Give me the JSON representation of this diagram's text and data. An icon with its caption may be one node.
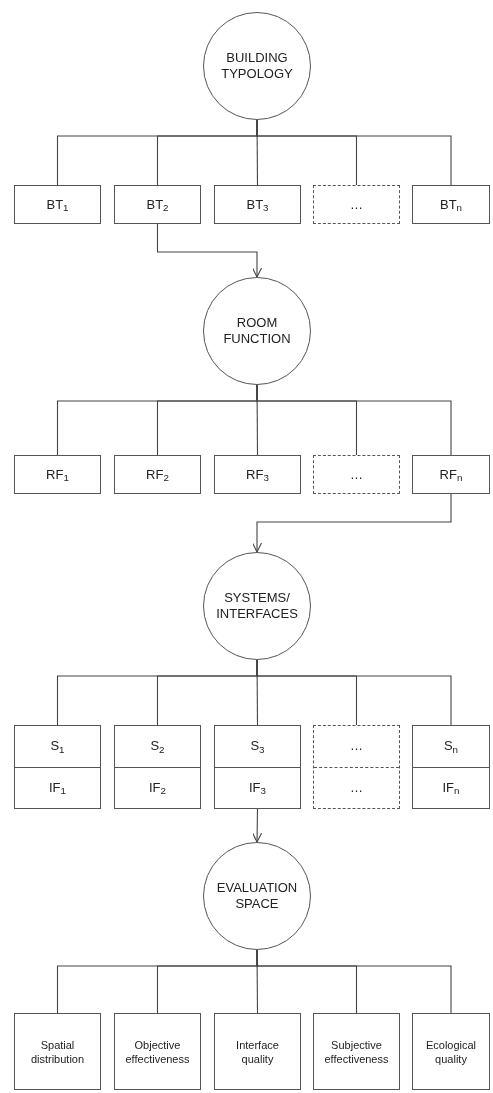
{
  "diagram": {
    "nodes": [
      {
        "text": [
          "BUILDING TYPOLOGY"
        ]
      },
      {
        "text": [
          "BT$_{1}$"
        ]
      },
      {
        "text": [
          "BT$_{2}$"
        ]
      },
      {
        "text": [
          "BT$_{3}$"
        ]
      },
      {
        "text": [
          "…"
        ]
      },
      {
        "text": [
          "BT$_{n}$"
        ]
      },
      {
        "text": [
          "ROOM FUNCTION"
        ]
      },
      {
        "text": [
          "RF$_{1}$"
        ]
      },
      {
        "text": [
          "RF$_{2}$"
        ]
      },
      {
        "text": [
          "RF$_{3}$"
        ]
      },
      {
        "text": [
          "…"
        ]
      },
      {
        "text": [
          "RF$_{n}$"
        ]
      },
      {
        "text": [
          "SYSTEMS/ INTERFACES"
        ]
      },
      {
        "text": [
          "S$_{1}$",
          "IF$_{1}$"
        ]
      },
      {
        "text": [
          "S$_{2}$",
          "IF$_{2}$"
        ]
      },
      {
        "text": [
          "S$_{3}$",
          "IF$_{3}$"
        ]
      },
      {
        "text": [
          "…",
          "…"
        ]
      },
      {
        "text": [
          "S$_{n}$",
          "IF$_{n}$"
        ]
      },
      {
        "text": [
          "EVALUATION SPACE"
        ]
      },
      {
        "text": [
          "Spatial distribution"
        ]
      },
      {
        "text": [
          "Objective effectiveness"
        ]
      },
      {
        "text": [
          "Interface quality"
        ]
      },
      {
        "text": [
          "Subjective effectiveness"
        ]
      },
      {
        "text": [
          "Ecological quality"
        ]
      }
    ],
    "edges": [
      {
        "from": 0,
        "to": 1,
        "arrow": "none"
      },
      {
        "from": 0,
        "to": 2,
        "arrow": "none"
      },
      {
        "from": 0,
        "to": 3,
        "arrow": "none"
      },
      {
        "from": 0,
        "to": 4,
        "arrow": "none"
      },
      {
        "from": 0,
        "to": 5,
        "arrow": "none"
      },
      {
        "from": 2,
        "to": 6,
        "arrow": "to"
      },
      {
        "from": 6,
        "to": 7,
        "arrow": "none"
      },
      {
        "from": 6,
        "to": 8,
        "arrow": "none"
      },
      {
        "from": 6,
        "to": 9,
        "arrow": "none"
      },
      {
        "from": 6,
        "to": 10,
        "arrow": "none"
      },
      {
        "from": 6,
        "to": 11,
        "arrow": "none"
      },
      {
        "from": 11,
        "to": 12,
        "arrow": "to"
      },
      {
        "from": 12,
        "to": 13,
        "arrow": "none"
      },
      {
        "from": 12,
        "to": 14,
        "arrow": "none"
      },
      {
        "from": 12,
        "to": 15,
        "arrow": "none"
      },
      {
        "from": 12,
        "to": 16,
        "arrow": "none"
      },
      {
        "from": 12,
        "to": 17,
        "arrow": "none"
      },
      {
        "from": 15,
        "to": 18,
        "arrow": "to"
      },
      {
        "from": 18,
        "to": 19,
        "arrow": "none"
      },
      {
        "from": 18,
        "to": 20,
        "arrow": "none"
      },
      {
        "from": 18,
        "to": 21,
        "arrow": "none"
      },
      {
        "from": 18,
        "to": 22,
        "arrow": "none"
      },
      {
        "from": 18,
        "to": 23,
        "arrow": "none"
      }
    ]
  }
}
